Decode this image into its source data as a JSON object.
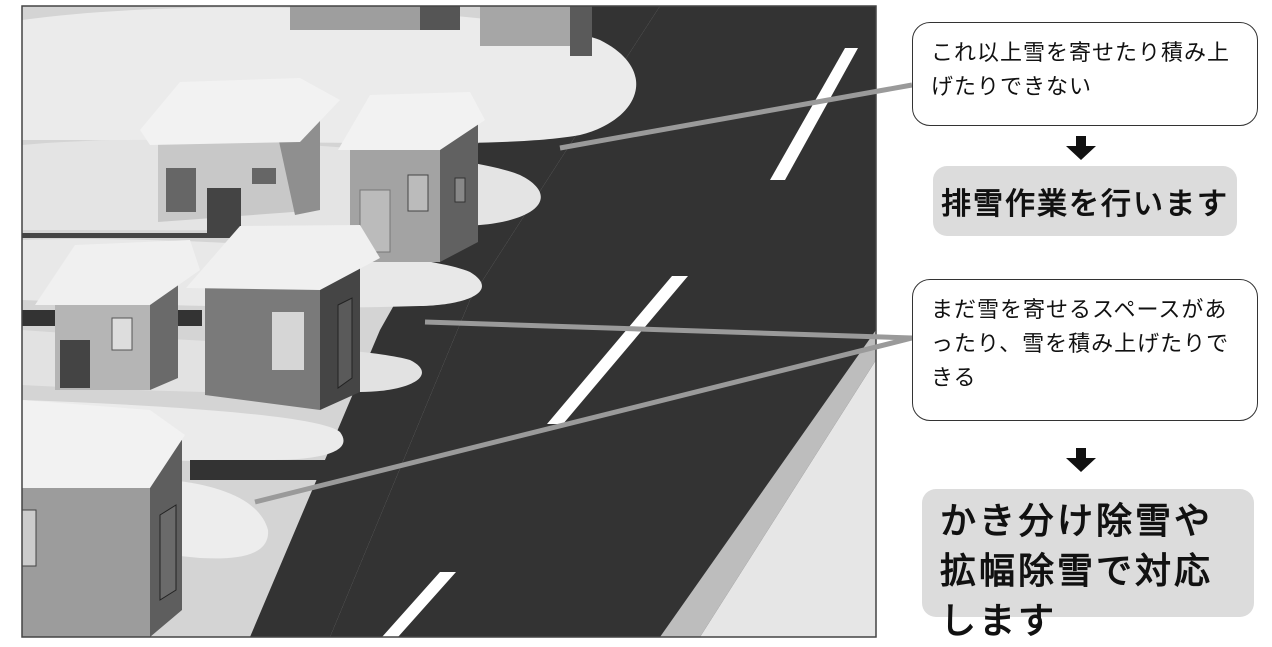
{
  "callouts": {
    "top": "これ以上雪を寄せたり積み上げたりできない",
    "middle": "まだ雪を寄せるスペースがあったり、雪を積み上げたりできる"
  },
  "results": {
    "top": "排雪作業を行います",
    "bottom": "かき分け除雪や拡幅除雪で対応します"
  },
  "colors": {
    "road": "#333333",
    "result_bg": "#dcdcdc",
    "leader_line": "#9a9a9a"
  }
}
